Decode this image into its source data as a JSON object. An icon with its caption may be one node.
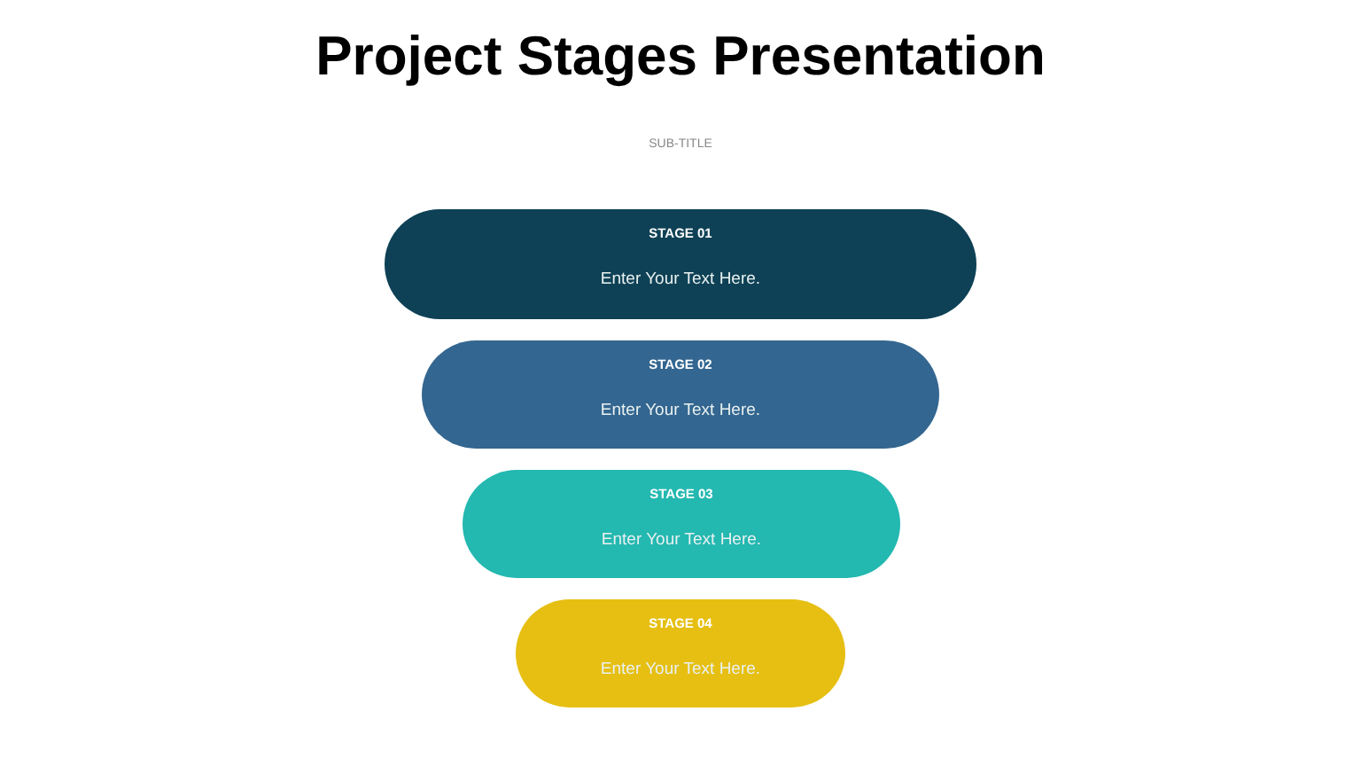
{
  "diagram": {
    "title": "Project Stages Presentation",
    "nodes": [
      {
        "text": [
          "STAGE 01",
          "Enter Your Text Here."
        ]
      },
      {
        "text": [
          "STAGE 02",
          "Enter Your Text Here."
        ]
      },
      {
        "text": [
          "STAGE 03",
          "Enter Your Text Here."
        ]
      },
      {
        "text": [
          "STAGE 04",
          "Enter Your Text Here."
        ]
      }
    ],
    "labels": [
      "SUB-TITLE"
    ]
  }
}
